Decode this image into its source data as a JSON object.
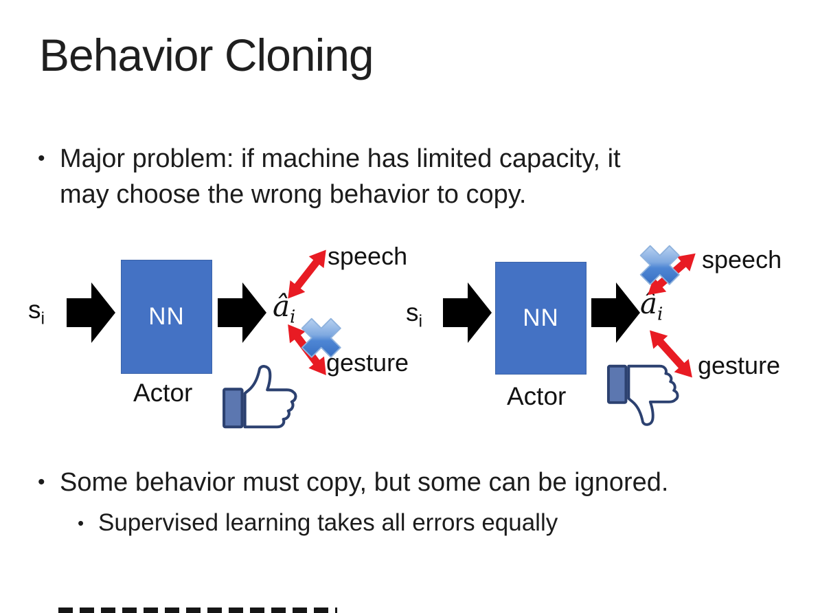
{
  "slide": {
    "title": "Behavior Cloning",
    "bullet_glyph": "•",
    "bullet1": {
      "line1": "Major problem: if machine has limited capacity, it",
      "line2": "may choose the wrong behavior to copy."
    },
    "bullet2": "Some behavior must copy, but some can be ignored.",
    "sub_bullet": "Supervised learning takes all errors equally"
  },
  "diagram_left": {
    "input_label": "s",
    "input_sub": "i",
    "box_label": "NN",
    "output_label": "â",
    "output_sub": "i",
    "arrow_top_label": "speech",
    "arrow_bottom_label": "gesture",
    "caption": "Actor",
    "crossed_out": "gesture",
    "feedback_icon": "thumbs-up"
  },
  "diagram_right": {
    "input_label": "s",
    "input_sub": "i",
    "box_label": "NN",
    "output_label": "â",
    "output_sub": "i",
    "arrow_top_label": "speech",
    "arrow_bottom_label": "gesture",
    "caption": "Actor",
    "crossed_out": "speech",
    "feedback_icon": "thumbs-down"
  },
  "icons": {
    "black_arrow": "right-arrow",
    "red_double_arrow": "double-headed-arrow",
    "cross": "x-cross",
    "thumb_up": "thumbs-up",
    "thumb_down": "thumbs-down"
  },
  "colors": {
    "nn_box": "#4472c4",
    "arrow_red": "#e81b23",
    "cross_blue": "#4e86d4",
    "thumb_outline_blue": "#2c4170",
    "thumb_cuff_blue": "#5c77b0",
    "text": "#1c1c1c"
  }
}
